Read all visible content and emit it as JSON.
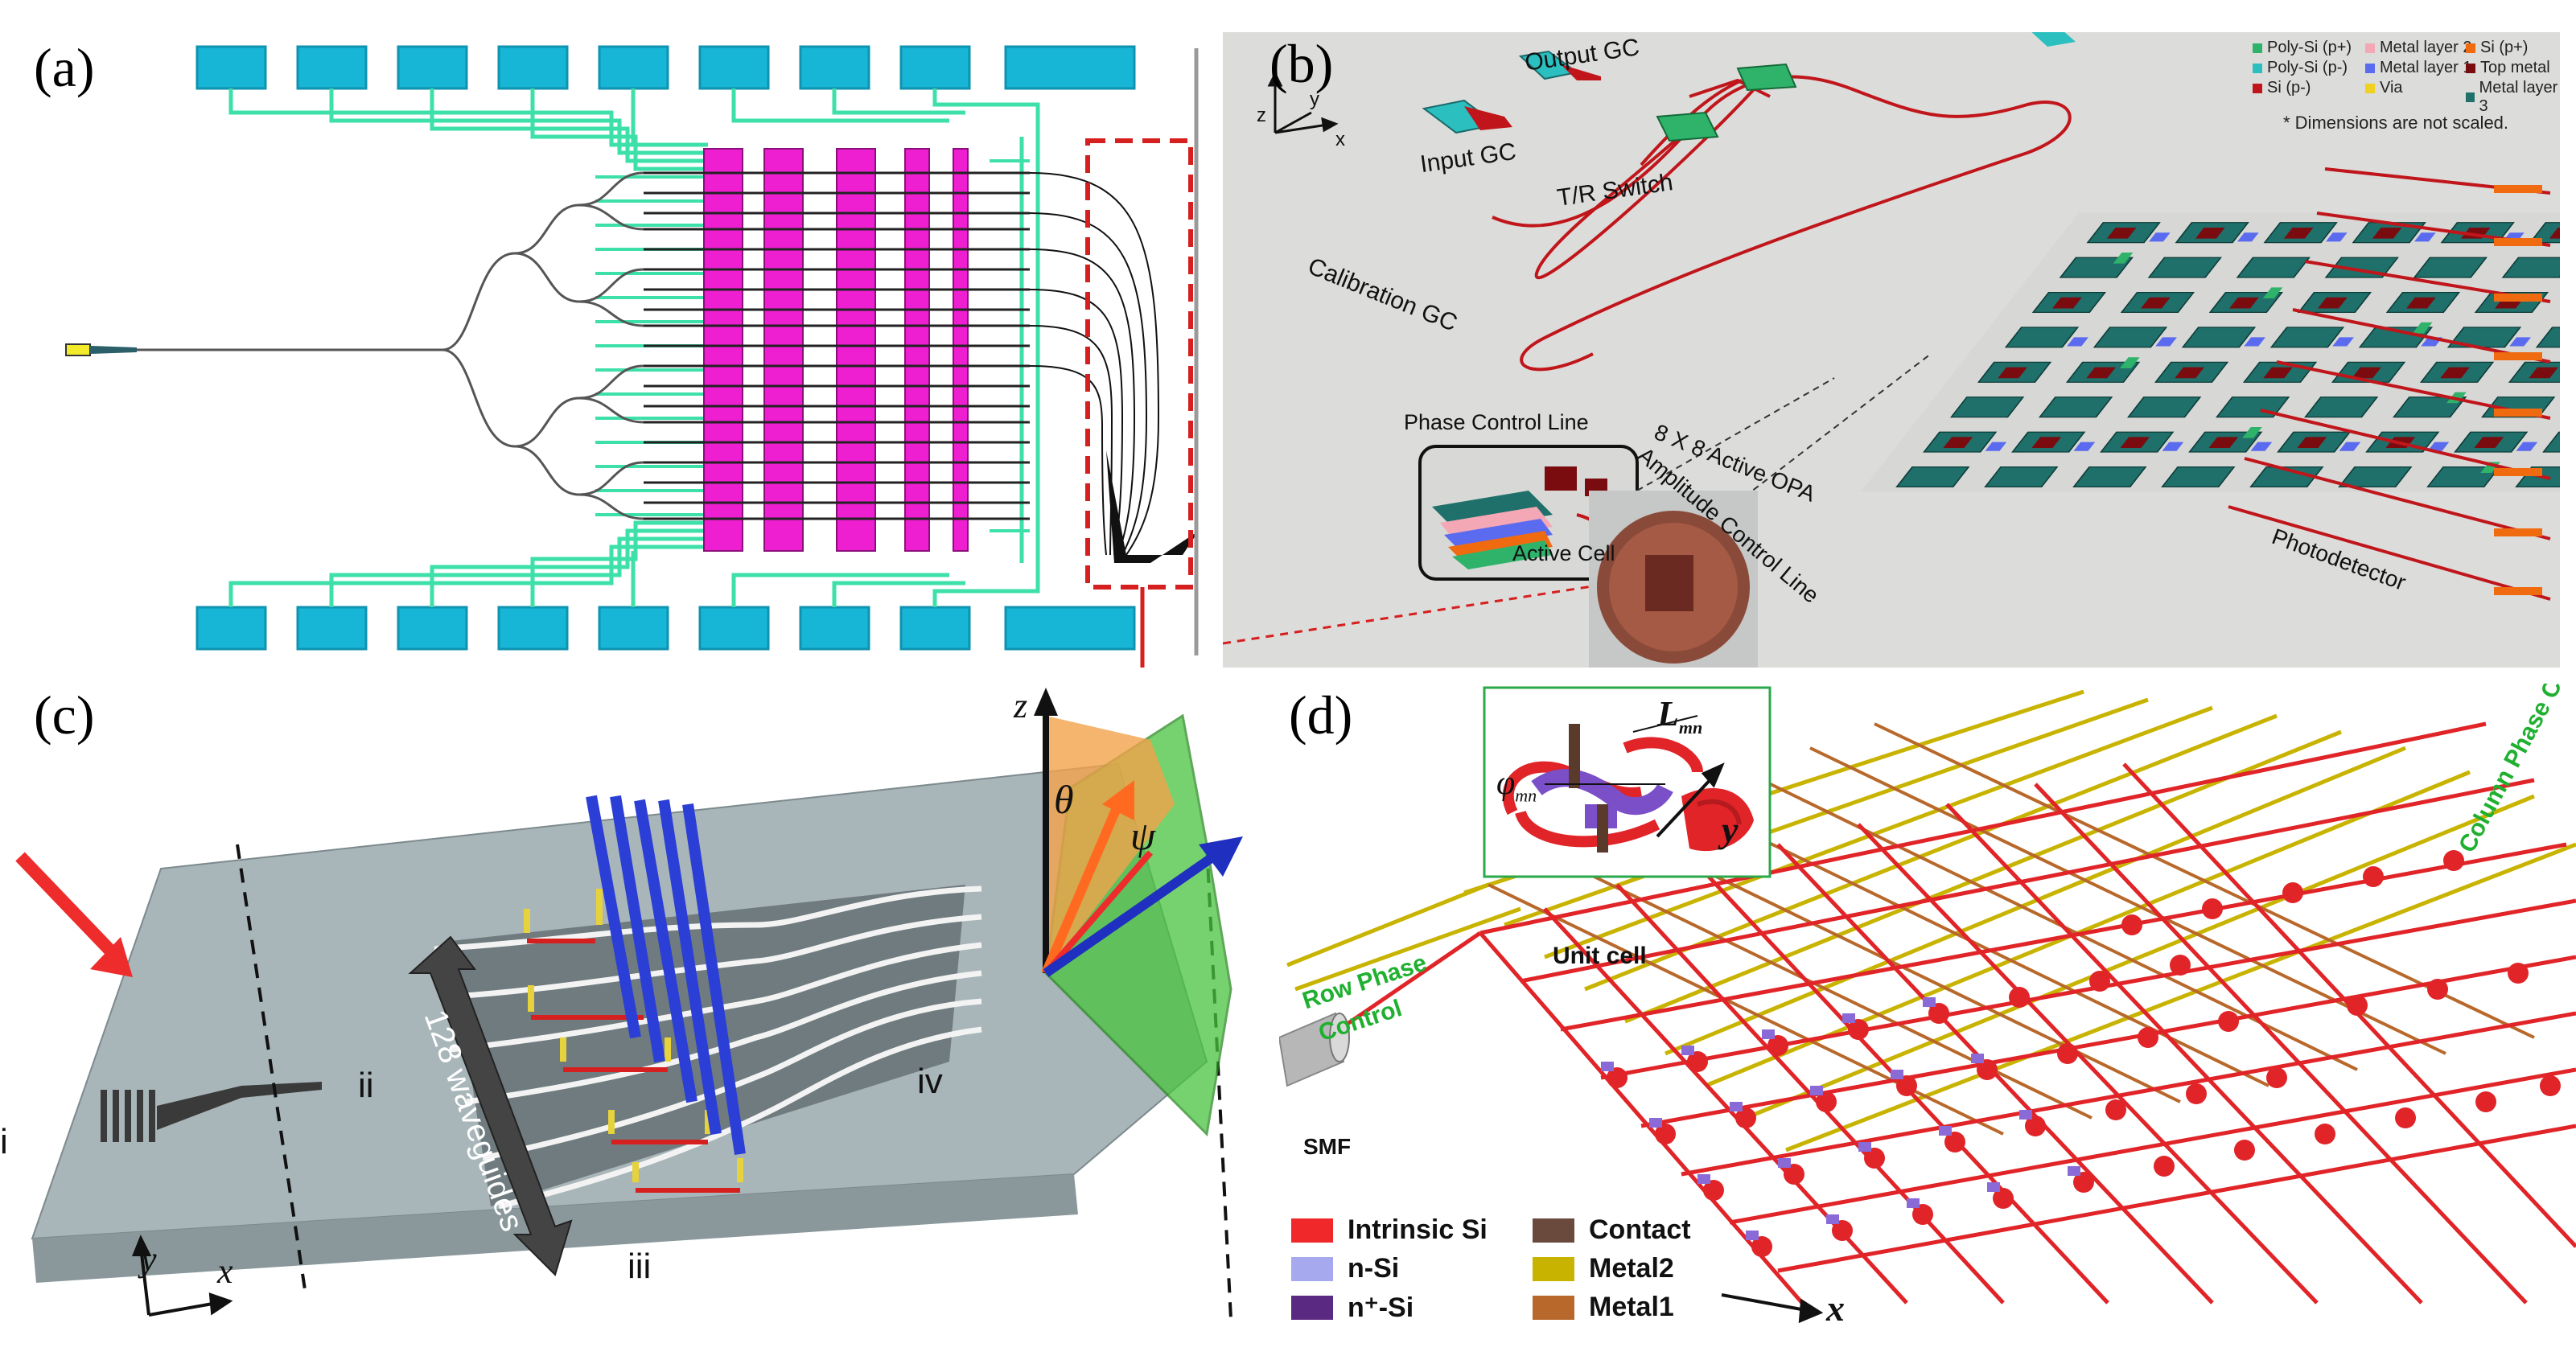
{
  "panels": {
    "a": {
      "label": "(a)"
    },
    "b": {
      "label": "(b)",
      "texts": {
        "output_gc": "Output GC",
        "input_gc": "Input GC",
        "tr_switch": "T/R Switch",
        "calibration_gc": "Calibration GC",
        "phase_control_line": "Phase Control Line",
        "amplitude_control_line": "Amplitude Control Line",
        "active_opa": "8 X 8 Active OPA",
        "active_cell": "Active Cell",
        "photodetector": "Photodetector",
        "dimensions_note": "* Dimensions are not scaled.",
        "axis_x": "x",
        "axis_y": "y",
        "axis_z": "z"
      },
      "legend": [
        {
          "label": "Poly-Si (p+)",
          "color": "#2fb36a"
        },
        {
          "label": "Poly-Si (p-)",
          "color": "#2bbfc0"
        },
        {
          "label": "Si (p-)",
          "color": "#c0161b"
        },
        {
          "label": "Metal layer 2",
          "color": "#f4a7b5"
        },
        {
          "label": "Metal layer 1",
          "color": "#5a6bf0"
        },
        {
          "label": "Via",
          "color": "#f0d020"
        },
        {
          "label": "Si (p+)",
          "color": "#f06a10"
        },
        {
          "label": "Top metal",
          "color": "#7a0c10"
        },
        {
          "label": "Metal layer 3",
          "color": "#1f6f6a"
        }
      ]
    },
    "c": {
      "label": "(c)",
      "texts": {
        "waveguides": "128 waveguides",
        "region_i": "i",
        "region_ii": "ii",
        "region_iii": "iii",
        "region_iv": "iv",
        "axis_x": "x",
        "axis_y": "y",
        "axis_z": "z",
        "theta": "θ",
        "psi": "ψ"
      }
    },
    "d": {
      "label": "(d)",
      "texts": {
        "unit_cell": "Unit cell",
        "phi_symbol": "φ",
        "phi_sub": "mn",
        "L_symbol": "L",
        "L_sub": "mn",
        "column_phase_control": "Column Phase Control",
        "row_phase": "Row Phase",
        "row_control": "Control",
        "smf": "SMF",
        "axis_x": "x",
        "axis_y": "y"
      },
      "legend": [
        {
          "label": "Intrinsic Si",
          "color": "#f0282a"
        },
        {
          "label": "Contact",
          "color": "#6b4a3e"
        },
        {
          "label": "n-Si",
          "color": "#a7a9ef"
        },
        {
          "label": "Metal2",
          "color": "#c8b400"
        },
        {
          "label": "n⁺-Si",
          "color": "#5a2a82"
        },
        {
          "label": "Metal1",
          "color": "#b8682a"
        }
      ]
    }
  }
}
